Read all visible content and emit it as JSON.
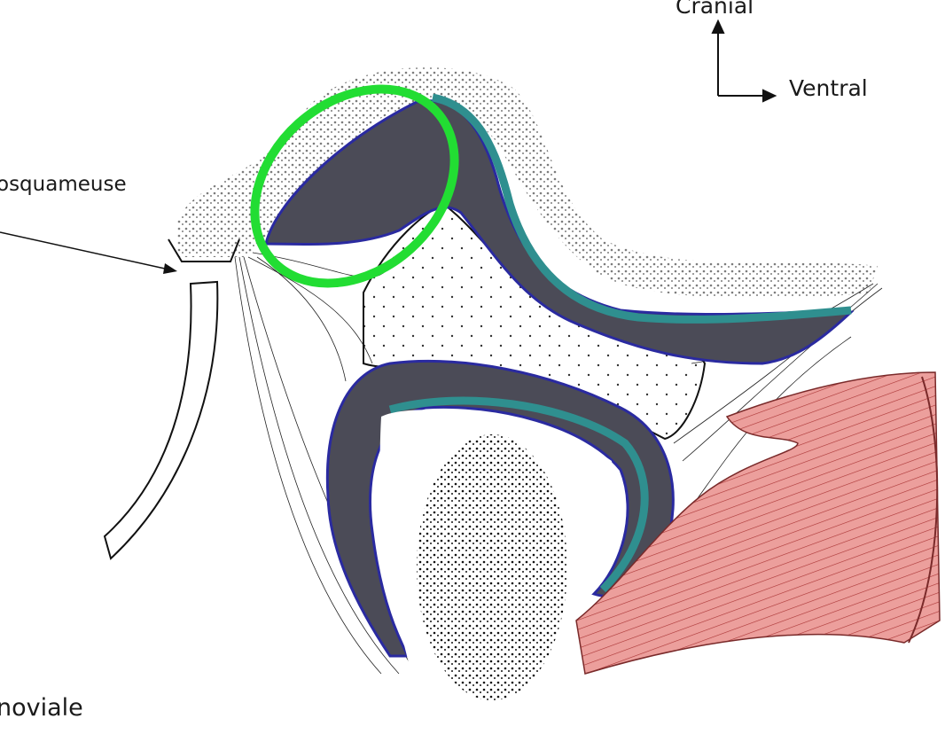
{
  "labels": {
    "cranial": "Crânial",
    "ventral": "Ventral",
    "suture": "osquameuse",
    "synoviale": "noviale"
  },
  "colors": {
    "highlight": "#22dd33",
    "disc": "#4b4b57",
    "cartilage": "#2f8f8f",
    "synovial": "#2a2aa0",
    "muscle": "#e89a98"
  },
  "icons": [
    "orientation-arrows-icon",
    "pointer-arrow-icon"
  ]
}
